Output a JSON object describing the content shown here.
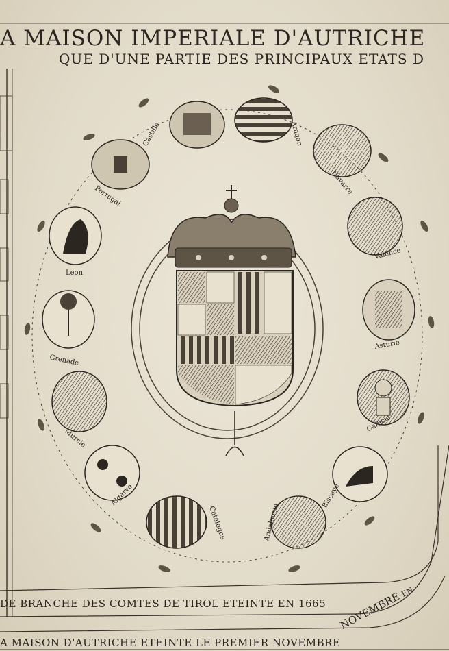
{
  "header": {
    "line1": "A MAISON IMPERIALE D'AUTRICHE",
    "line2": "QUE D'UNE PARTIE DES PRINCIPAUX ETATS D"
  },
  "footer": {
    "line1": "DE BRANCHE DES COMTES DE TIROL ETEINTE EN 1665",
    "line2": "A MAISON D'AUTRICHE ETEINTE LE PREMIER NOVEMBRE",
    "curve": "NOVEMBRE en"
  },
  "shields": {
    "castille": "Castille",
    "portugal": "Portugal",
    "leon": "Leon",
    "grenade": "Grenade",
    "murcie": "Murcie",
    "algarve": "Algarve",
    "catalogne": "Catalogne",
    "andalousie": "Andalousie",
    "biscaye": "Biscaye",
    "gallicie": "Gallicie",
    "asturie": "Asturie",
    "valence": "Valence",
    "navarre": "Navarre",
    "aragon": "Aragon"
  },
  "colors": {
    "ink": "#2c2620",
    "paper": "#e6dfcf"
  }
}
